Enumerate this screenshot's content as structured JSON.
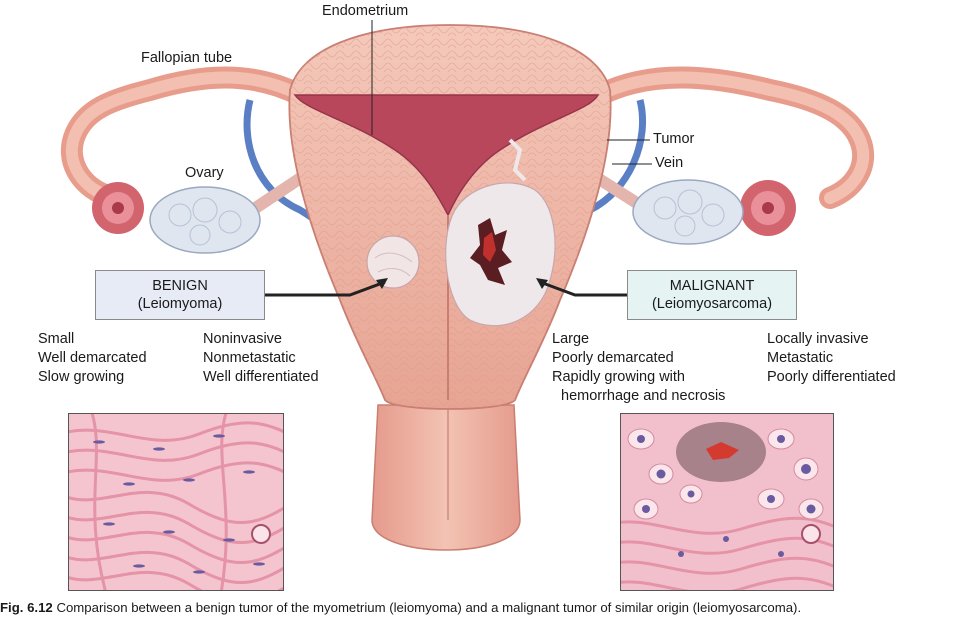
{
  "labels": {
    "endometrium": "Endometrium",
    "fallopian_tube": "Fallopian tube",
    "ovary": "Ovary",
    "tumor": "Tumor",
    "vein": "Vein"
  },
  "benign": {
    "title": "BENIGN",
    "subtitle": "(Leiomyoma)",
    "col1": [
      "Small",
      "Well demarcated",
      "Slow growing"
    ],
    "col2": [
      "Noninvasive",
      "Nonmetastatic",
      "Well differentiated"
    ]
  },
  "malignant": {
    "title": "MALIGNANT",
    "subtitle": "(Leiomyosarcoma)",
    "col1": [
      "Large",
      "Poorly demarcated",
      "Rapidly growing with",
      "hemorrhage and necrosis"
    ],
    "col2": [
      "Locally invasive",
      "Metastatic",
      "Poorly differentiated"
    ]
  },
  "caption": {
    "fig": "Fig. 6.12",
    "text": "Comparison between a benign tumor of the myometrium (leiomyoma) and a malignant tumor of similar origin (leiomyosarcoma)."
  },
  "colors": {
    "tissue": "#efb7a8",
    "tissue_dark": "#d9857a",
    "cavity": "#b9475c",
    "vein": "#5b7fc4",
    "ovary": "#dfe6f0",
    "histo_bg": "#f4c4cf",
    "histo_fiber": "#e79aad",
    "nucleus": "#6a5aa0"
  }
}
